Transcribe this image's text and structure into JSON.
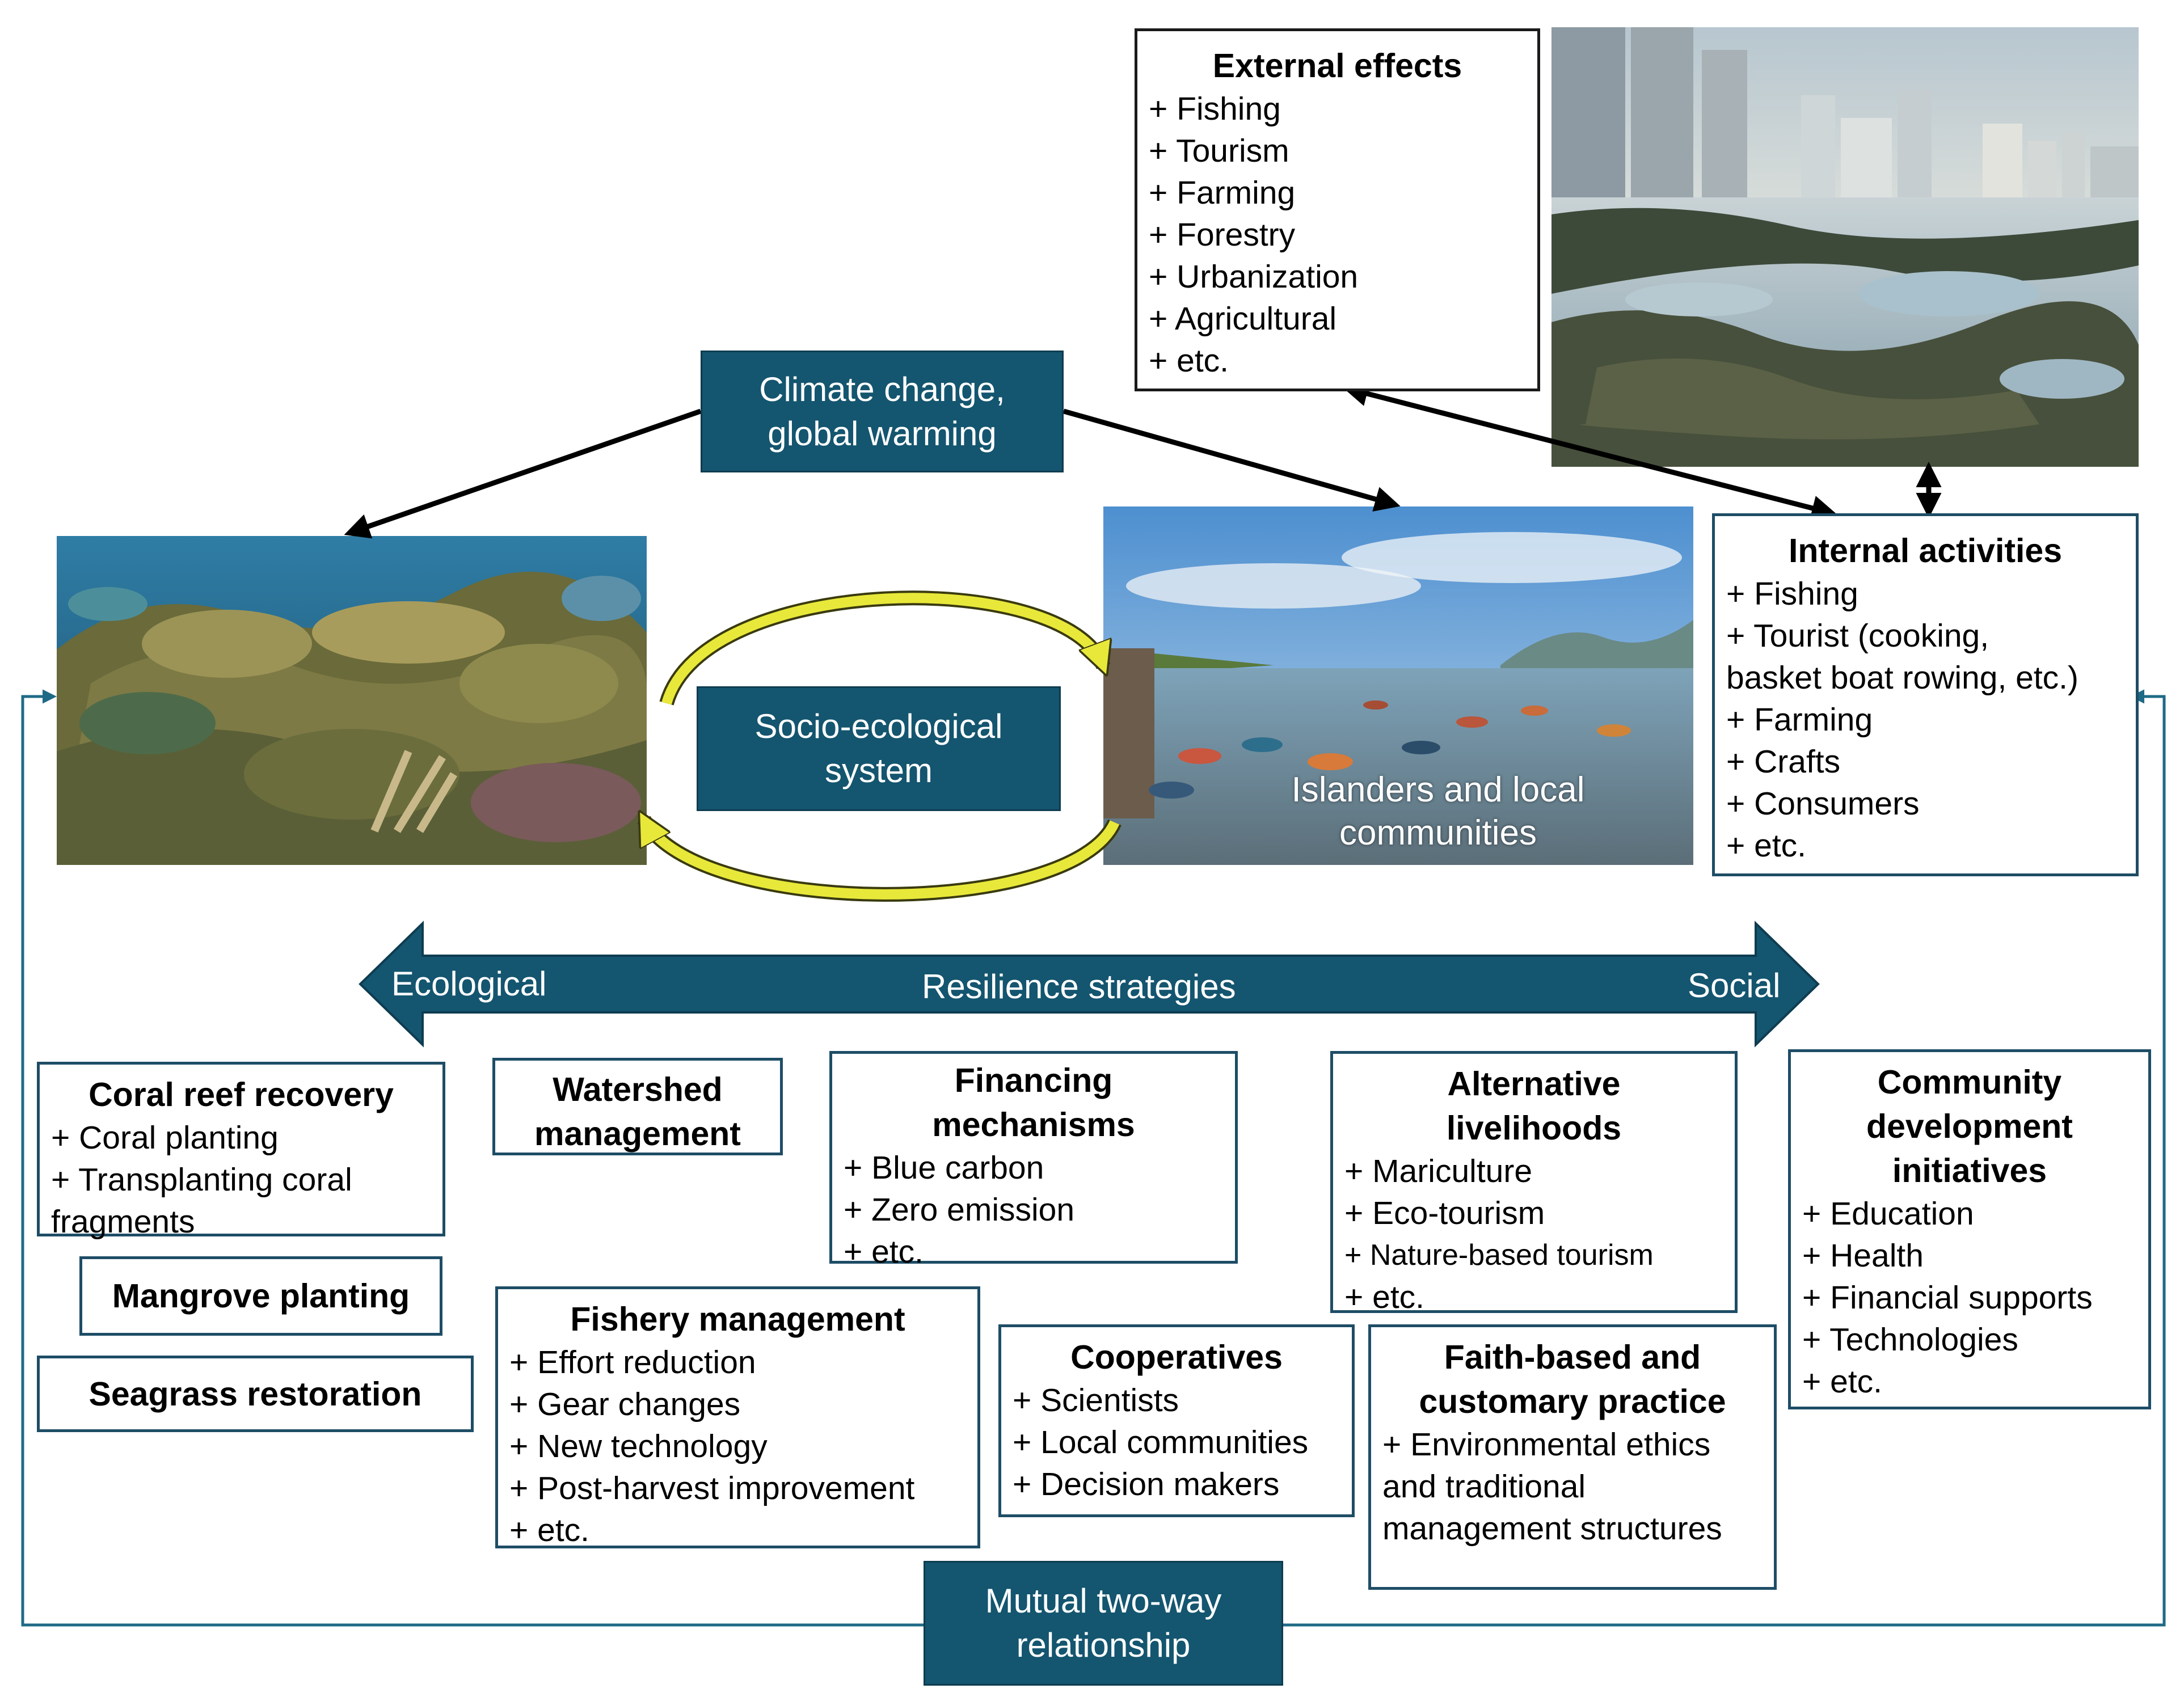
{
  "climate_box": {
    "line1": "Climate change,",
    "line2": "global warming"
  },
  "ses_box": {
    "line1": "Socio-ecological",
    "line2": "system"
  },
  "mutual_box": {
    "line1": "Mutual two-way",
    "line2": "relationship"
  },
  "community_photo_caption": {
    "line1": "Islanders and local",
    "line2": "communities"
  },
  "external_effects": {
    "title": "External effects",
    "items": [
      "+ Fishing",
      "+ Tourism",
      "+ Farming",
      "+ Forestry",
      "+ Urbanization",
      "+ Agricultural",
      "+ etc."
    ]
  },
  "internal_activities": {
    "title": "Internal activities",
    "items": [
      "+ Fishing",
      "+ Tourist (cooking,",
      "basket boat rowing, etc.)",
      "+ Farming",
      "+ Crafts",
      "+ Consumers",
      "+ etc."
    ]
  },
  "resilience_arrow": {
    "left": "Ecological",
    "center": "Resilience strategies",
    "right": "Social"
  },
  "coral_reef_recovery": {
    "title": "Coral reef recovery",
    "items": [
      "+ Coral planting",
      "+ Transplanting coral",
      "fragments"
    ]
  },
  "mangrove_planting": {
    "title": "Mangrove planting"
  },
  "seagrass_restoration": {
    "title": "Seagrass restoration"
  },
  "watershed_management": {
    "line1": "Watershed",
    "line2": "management"
  },
  "financing_mechanisms": {
    "line1": "Financing",
    "line2": "mechanisms",
    "items": [
      "+ Blue carbon",
      "+ Zero emission",
      "+ etc."
    ]
  },
  "fishery_management": {
    "title": "Fishery management",
    "items": [
      "+ Effort reduction",
      "+ Gear changes",
      "+ New technology",
      "+ Post-harvest improvement",
      "+ etc."
    ]
  },
  "cooperatives": {
    "title": "Cooperatives",
    "items": [
      "+ Scientists",
      "+ Local communities",
      "+ Decision makers"
    ]
  },
  "alternative_livelihoods": {
    "line1": "Alternative",
    "line2": "livelihoods",
    "items": [
      "+ Mariculture",
      "+ Eco-tourism",
      "+ Nature-based tourism",
      "+ etc."
    ]
  },
  "faith_based": {
    "line1": "Faith-based and",
    "line2": "customary practice",
    "items": [
      "+ Environmental ethics",
      "and traditional",
      "management structures"
    ]
  },
  "community_development": {
    "line1": "Community",
    "line2": "development",
    "line3": "initiatives",
    "items": [
      "+ Education",
      "+ Health",
      "+ Financial supports",
      "+ Technologies",
      "+ etc."
    ]
  },
  "colors": {
    "teal": "#14556f",
    "teal_line": "#1e6a86",
    "cycle_arrow": "#e8e83a"
  }
}
